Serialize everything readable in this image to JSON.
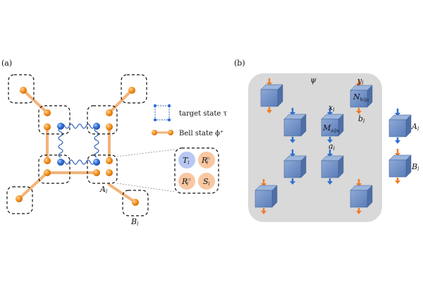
{
  "panel_a": {
    "label": "(a)",
    "legend": {
      "target": "target state τ",
      "bell": "Bell state ϕ⁺"
    },
    "node_labels": {
      "A": "A",
      "A_sub": "l",
      "B": "B",
      "B_sub": "l"
    },
    "inset": {
      "t": "T",
      "t_sub": "l",
      "r1": "R",
      "r1_sub": "l",
      "r1_sup": "▷",
      "r2": "R",
      "r2_sub": "l",
      "r2_sup": "◁",
      "s": "S",
      "s_sub": "l"
    },
    "colors": {
      "orange": "#f4921f",
      "blue": "#2e6fd6",
      "link": "#f3b37a",
      "inset_orange": "#f9c7a1",
      "inset_blue": "#b8c8f2"
    }
  },
  "panel_b": {
    "label": "(b)",
    "psi": "ψ",
    "y": "y",
    "y_sub": "l",
    "N": "N",
    "N_sub": "b",
    "N_sub2": "l",
    "N_sub3": "y",
    "N_sub4": "l",
    "b": "b",
    "b_sub": "l",
    "x": "x",
    "x_sub": "l",
    "M": "M",
    "M_sub": "a",
    "M_sub2": "l",
    "M_sub3": "x",
    "M_sub4": "l",
    "a": "a",
    "a_sub": "l",
    "A": "A",
    "A_sub": "l",
    "B": "B",
    "B_sub": "l",
    "colors": {
      "bg": "#d9d9d9",
      "cube_front": "#6e8fc4",
      "cube_top": "#9db5dc",
      "cube_side": "#4f6fa6",
      "arrow_orange": "#ee7d2a",
      "arrow_blue": "#2f6fd0"
    }
  }
}
